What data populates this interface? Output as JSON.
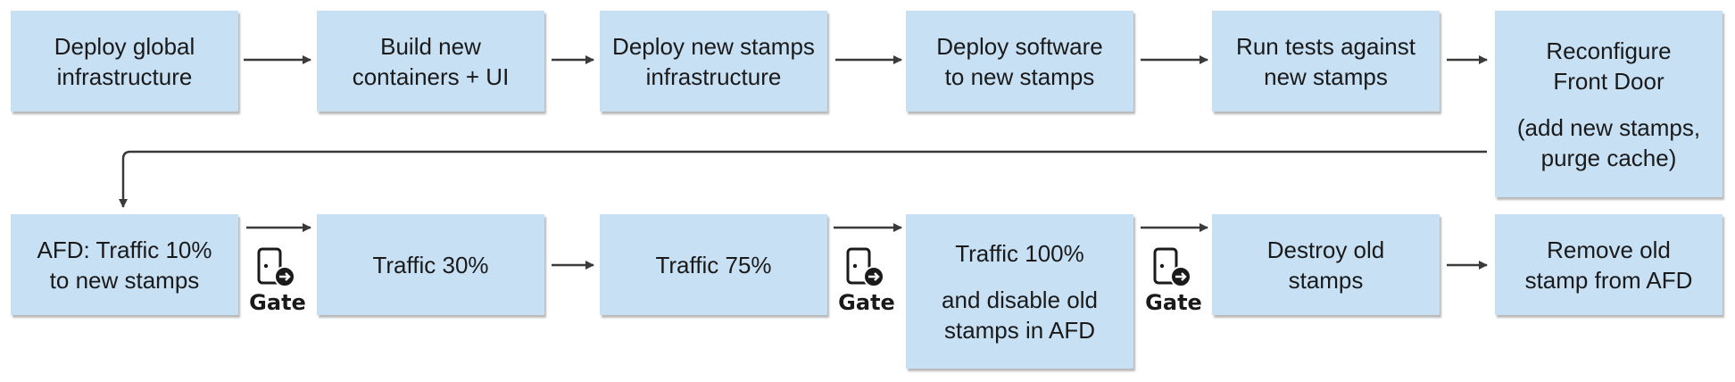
{
  "row1": [
    {
      "line1": "Deploy global",
      "line2": "infrastructure"
    },
    {
      "line1": "Build new",
      "line2": "containers + UI"
    },
    {
      "line1": "Deploy new stamps",
      "line2": "infrastructure"
    },
    {
      "line1": "Deploy software",
      "line2": "to new stamps"
    },
    {
      "line1": "Run tests against",
      "line2": "new stamps"
    },
    {
      "line1": "Reconfigure",
      "line2": "Front Door",
      "line3": "(add new stamps,",
      "line4": "purge cache)"
    }
  ],
  "row2": [
    {
      "line1": "AFD: Traffic 10%",
      "line2": "to new stamps"
    },
    {
      "line1": "Traffic 30%"
    },
    {
      "line1": "Traffic 75%"
    },
    {
      "line1": "Traffic 100%",
      "line2": "and disable old",
      "line3": "stamps in AFD"
    },
    {
      "line1": "Destroy old",
      "line2": "stamps"
    },
    {
      "line1": "Remove old",
      "line2": "stamp from AFD"
    }
  ],
  "gate_label": "Gate",
  "colors": {
    "box_fill": "#c7e0f4",
    "arrow": "#3a3a3a",
    "text": "#1a1a1a"
  }
}
